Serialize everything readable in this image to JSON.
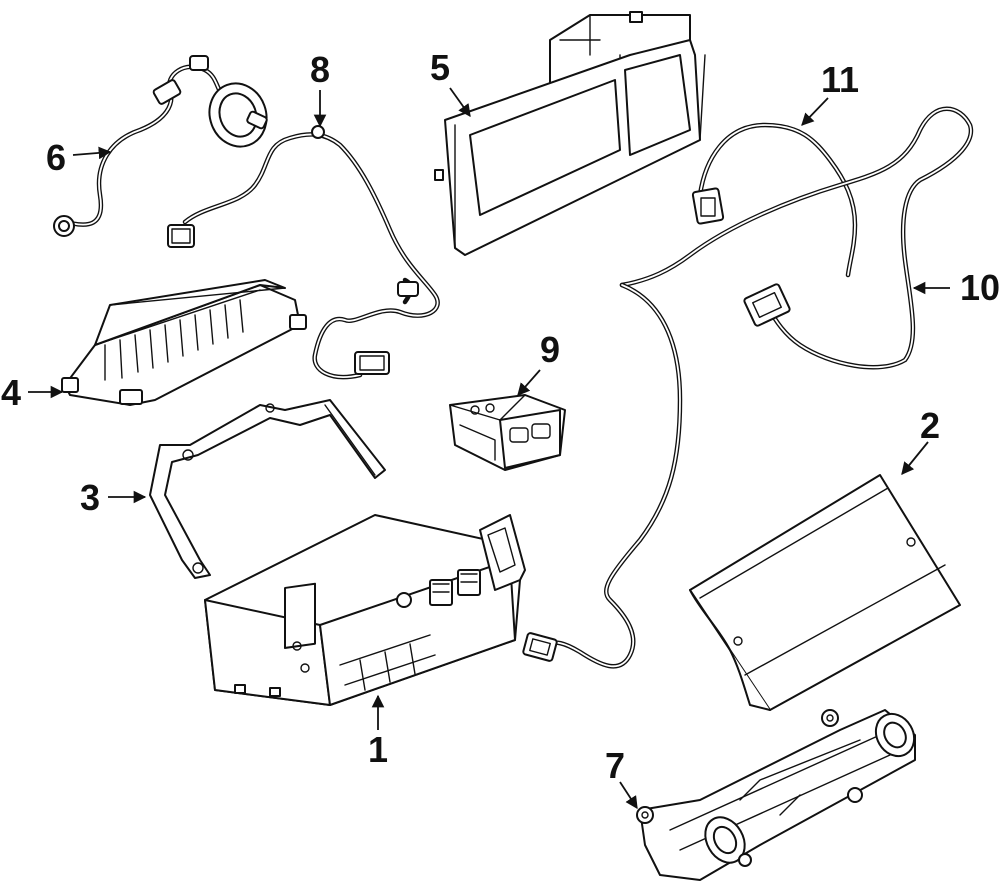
{
  "diagram": {
    "callouts": [
      {
        "id": "part-1",
        "label": "1"
      },
      {
        "id": "part-2",
        "label": "2"
      },
      {
        "id": "part-3",
        "label": "3"
      },
      {
        "id": "part-4",
        "label": "4"
      },
      {
        "id": "part-5",
        "label": "5"
      },
      {
        "id": "part-6",
        "label": "6"
      },
      {
        "id": "part-7",
        "label": "7"
      },
      {
        "id": "part-8",
        "label": "8"
      },
      {
        "id": "part-9",
        "label": "9"
      },
      {
        "id": "part-10",
        "label": "10"
      },
      {
        "id": "part-11",
        "label": "11"
      }
    ],
    "colors": {
      "line": "#111111",
      "background": "#ffffff"
    }
  }
}
